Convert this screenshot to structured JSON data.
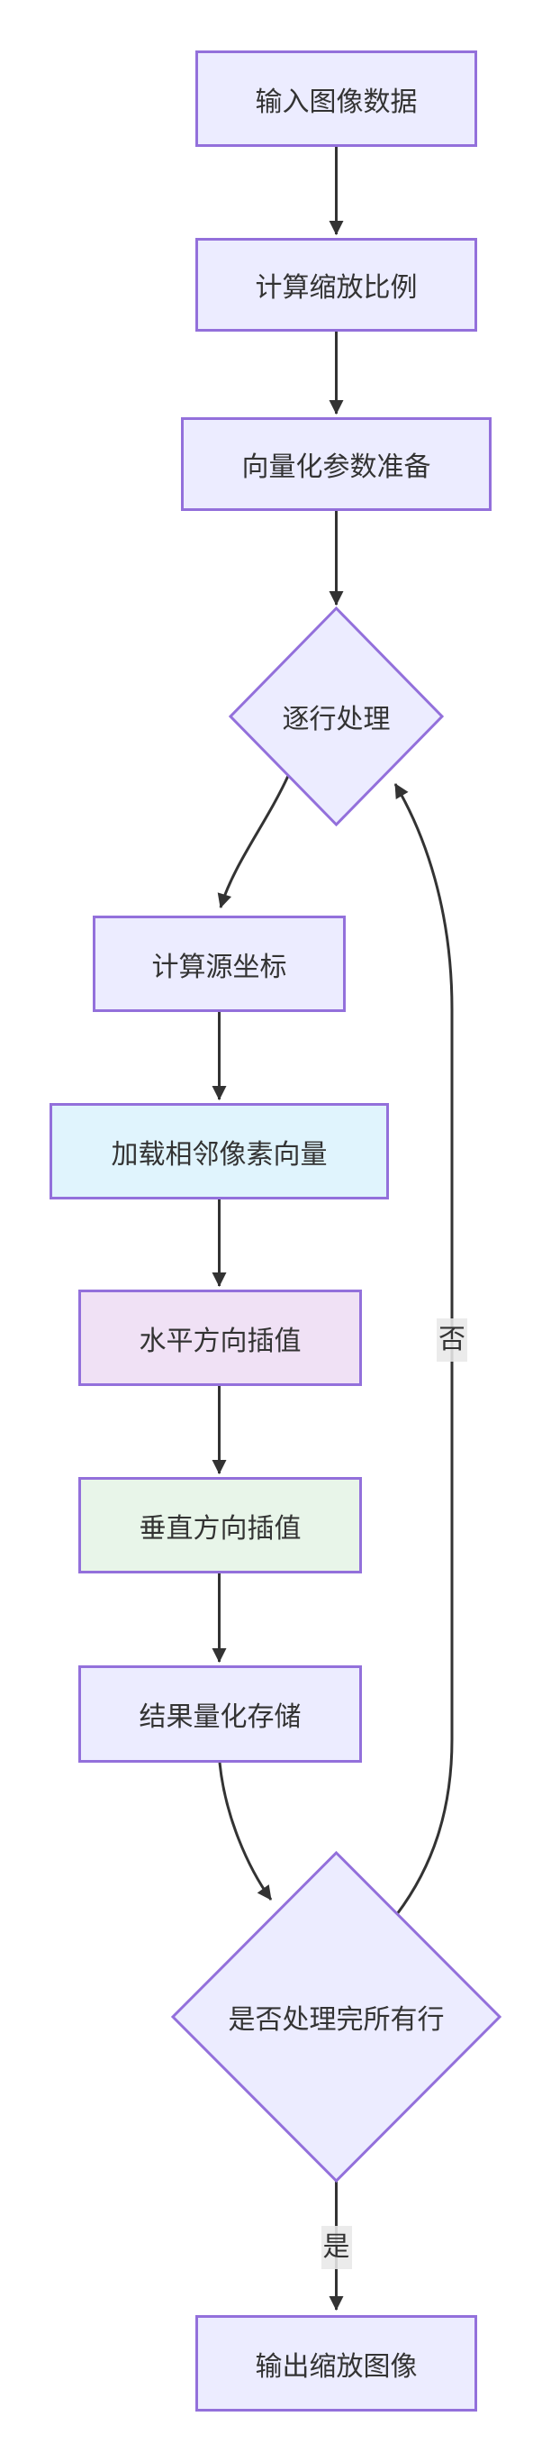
{
  "diagram": {
    "type": "flowchart",
    "direction": "top-down",
    "background": "#ffffff",
    "colors": {
      "node_fill_default": "#ECECFF",
      "node_fill_cyan": "#E0F4FD",
      "node_fill_pink": "#F0E1F5",
      "node_fill_green": "#E8F5E9",
      "node_border": "#9370DB",
      "edge_stroke": "#333333",
      "edge_label_background": "#E8E8E8",
      "text": "#333333"
    },
    "nodes": [
      {
        "id": "input",
        "label": "输入图像数据",
        "shape": "rect",
        "variant": "default"
      },
      {
        "id": "scale",
        "label": "计算缩放比例",
        "shape": "rect",
        "variant": "default"
      },
      {
        "id": "prep",
        "label": "向量化参数准备",
        "shape": "rect",
        "variant": "default"
      },
      {
        "id": "row-loop",
        "label": "逐行处理",
        "shape": "diamond",
        "variant": "default"
      },
      {
        "id": "src-coord",
        "label": "计算源坐标",
        "shape": "rect",
        "variant": "default"
      },
      {
        "id": "load-pixels",
        "label": "加载相邻像素向量",
        "shape": "rect",
        "variant": "cyan"
      },
      {
        "id": "h-interp",
        "label": "水平方向插值",
        "shape": "rect",
        "variant": "pink"
      },
      {
        "id": "v-interp",
        "label": "垂直方向插值",
        "shape": "rect",
        "variant": "green"
      },
      {
        "id": "quantize",
        "label": "结果量化存储",
        "shape": "rect",
        "variant": "default"
      },
      {
        "id": "rows-done",
        "label": "是否处理完所有行",
        "shape": "diamond",
        "variant": "default"
      },
      {
        "id": "output",
        "label": "输出缩放图像",
        "shape": "rect",
        "variant": "default"
      }
    ],
    "edges": [
      {
        "from": "input",
        "to": "scale",
        "label": ""
      },
      {
        "from": "scale",
        "to": "prep",
        "label": ""
      },
      {
        "from": "prep",
        "to": "row-loop",
        "label": ""
      },
      {
        "from": "row-loop",
        "to": "src-coord",
        "label": ""
      },
      {
        "from": "src-coord",
        "to": "load-pixels",
        "label": ""
      },
      {
        "from": "load-pixels",
        "to": "h-interp",
        "label": ""
      },
      {
        "from": "h-interp",
        "to": "v-interp",
        "label": ""
      },
      {
        "from": "v-interp",
        "to": "quantize",
        "label": ""
      },
      {
        "from": "quantize",
        "to": "rows-done",
        "label": ""
      },
      {
        "from": "rows-done",
        "to": "row-loop",
        "label": "否"
      },
      {
        "from": "rows-done",
        "to": "output",
        "label": "是"
      }
    ]
  }
}
